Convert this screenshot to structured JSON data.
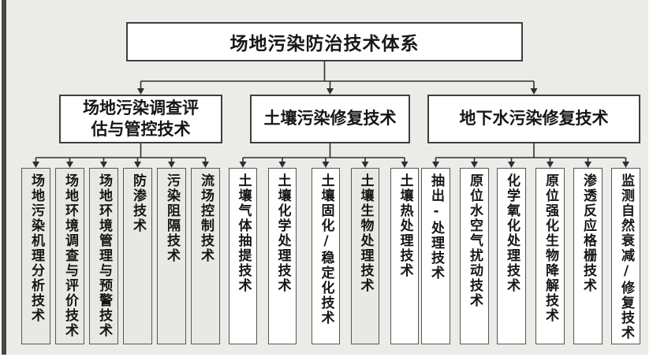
{
  "title": "场地污染防治技术体系",
  "colors": {
    "background": "#ebece8",
    "box_fill": "#ffffff",
    "box_fill_shaded": "#e8e9e5",
    "box_border": "#3e3e3e",
    "connector_line": "#2f2f2f",
    "left_edge_strip": "#474747",
    "text": "#161616"
  },
  "tree": {
    "root": {
      "label": "场地污染防治技术体系"
    },
    "branches": [
      {
        "label": "场地污染调查评估与管控技术",
        "children": [
          {
            "label": "场地污染机理分析技术",
            "shaded": true
          },
          {
            "label": "场地环境调查与评价技术",
            "shaded": true
          },
          {
            "label": "场地环境管理与预警技术",
            "shaded": true
          },
          {
            "label": "防渗技术",
            "shaded": true
          },
          {
            "label": "污染阻隔技术",
            "shaded": true
          },
          {
            "label": "流场控制技术",
            "shaded": true
          }
        ]
      },
      {
        "label": "土壤污染修复技术",
        "children": [
          {
            "label": "土壤气体抽提技术",
            "shaded": false
          },
          {
            "label": "土壤化学处理技术",
            "shaded": false
          },
          {
            "label": "土壤固化/稳定化技术",
            "shaded": false
          },
          {
            "label": "土壤生物处理技术",
            "shaded": true
          },
          {
            "label": "土壤热处理技术",
            "shaded": false
          }
        ]
      },
      {
        "label": "地下水污染修复技术",
        "children": [
          {
            "label": "抽出-处理技术",
            "shaded": false
          },
          {
            "label": "原位水空气扰动技术",
            "shaded": false
          },
          {
            "label": "化学氧化处理技术",
            "shaded": false
          },
          {
            "label": "原位强化生物降解技术",
            "shaded": false
          },
          {
            "label": "渗透反应格栅技术",
            "shaded": false
          },
          {
            "label": "监测自然衰减/修复技术",
            "shaded": false
          }
        ]
      }
    ]
  }
}
